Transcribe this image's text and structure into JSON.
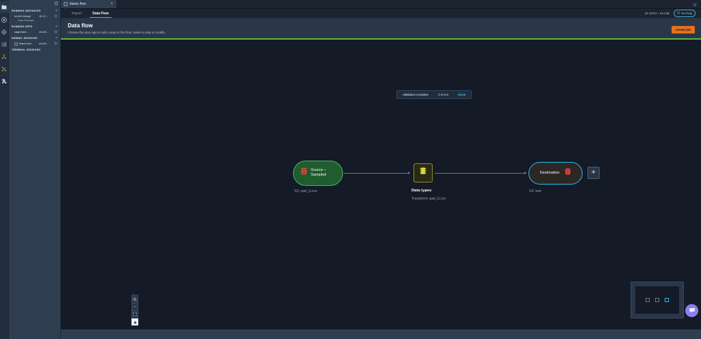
{
  "colors": {
    "accent_cyan": "#22c3f3",
    "accent_orange": "#e8711a",
    "accent_green": "#5fb83d",
    "source_node": "#4bb36a",
    "datatypes_node": "#8f8f2e",
    "panel_bg": "#2e3e50",
    "canvas_bg": "#141a26",
    "chat_purple": "#8b7ff0"
  },
  "rail": {
    "items": [
      {
        "icon": "folder-icon",
        "name": "file-browser"
      },
      {
        "icon": "running-terminals-icon",
        "name": "running-terminals"
      },
      {
        "icon": "git-icon",
        "name": "git"
      },
      {
        "icon": "list-icon",
        "name": "table-of-contents"
      },
      {
        "icon": "experiments-icon",
        "name": "experiments"
      },
      {
        "icon": "pipelines-icon",
        "name": "pipelines"
      },
      {
        "icon": "extensions-icon",
        "name": "extensions"
      }
    ]
  },
  "panel": {
    "refresh_icon": "refresh-icon",
    "sections": [
      {
        "title": "RUNNING INSTANCES",
        "close_label": "×",
        "rows": [
          {
            "main": "ml.m5.4xlarge",
            "meta": "16 vC...",
            "sub": "Data Wrangler",
            "shutdown_icon": "power-icon"
          }
        ]
      },
      {
        "title": "RUNNING APPS",
        "close_label": "×",
        "rows": [
          {
            "main": "sagemake...",
            "meta": "ml.m5...",
            "sub": "",
            "shutdown_icon": "power-icon"
          }
        ]
      },
      {
        "title": "KERNEL SESSIONS",
        "close_label": "×",
        "rows": [
          {
            "main": "titanic.flow",
            "meta": "ml.m5...",
            "sub": "",
            "shutdown_icon": "power-icon",
            "has_icon": true
          }
        ]
      },
      {
        "title": "TERMINAL SESSIONS",
        "close_label": "",
        "rows": []
      }
    ]
  },
  "tabbar": {
    "tab_label": "titanic.flow",
    "tab_icon": "flow-file-icon",
    "close_label": "×",
    "settings_icon": "gear-icon"
  },
  "subtabs": {
    "items": [
      {
        "label": "Import",
        "active": false
      },
      {
        "label": "Data Flow",
        "active": true
      }
    ],
    "cpu_text": "16 vCPU + 64 GiB",
    "help_label": "Get help",
    "help_icon": "question-circle-icon"
  },
  "header": {
    "title": "Data flow",
    "subtitle": "Choose the plus sign to add a step to the flow. Select a step to modify.",
    "create_job_label": "Create job"
  },
  "validation": {
    "status": "Validation complete",
    "errors": "0 errors",
    "done_label": "Done"
  },
  "flow": {
    "nodes": [
      {
        "id": "source",
        "label": "Source – Sampled",
        "label_line1": "Source –",
        "label_line2": "Sampled",
        "icon": "s3-bucket-icon",
        "caption": "S3: part_0.csv"
      },
      {
        "id": "datatypes",
        "label": "",
        "icon": "data-types-icon",
        "caption_title": "Data types",
        "caption_sub": "Transform: part_0.csv"
      },
      {
        "id": "destination",
        "label": "Destination",
        "icon": "s3-bucket-icon",
        "caption": "S3: test",
        "selected": true
      }
    ],
    "add_step_label": "+"
  },
  "canvas_controls": {
    "zoom_in": "zoom-in-icon",
    "zoom_out_label": "–",
    "fit_screen": "fit-screen-icon",
    "lock": "lock-icon"
  },
  "minimap": {
    "node_count": 3,
    "selected_index": 2
  },
  "chat": {
    "icon": "chat-bubble-icon"
  }
}
